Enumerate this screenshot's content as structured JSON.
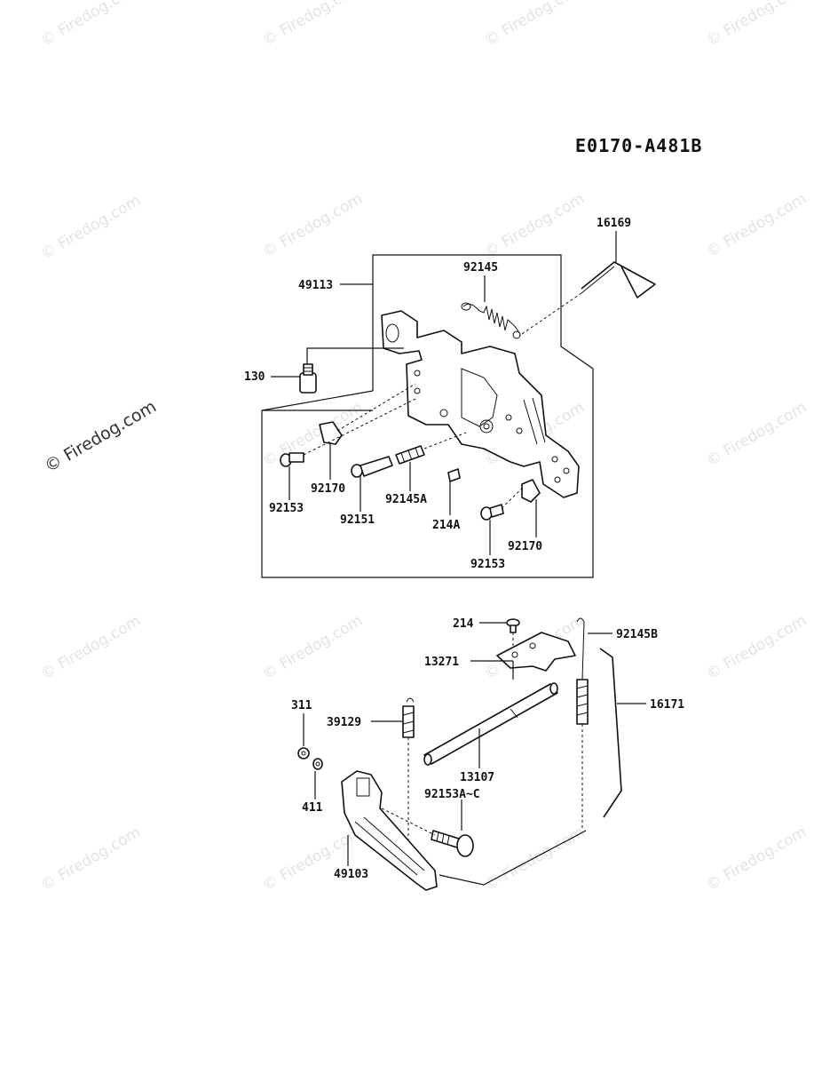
{
  "diagram_code": "E0170-A481B",
  "watermark": "© Firedog.com",
  "upper_assembly_labels": {
    "bracket_plate": "49113",
    "spring_top": "92145",
    "link_rod": "16169",
    "bolt": "130",
    "screw_left": "92153",
    "clip_left": "92170",
    "screw_long": "92151",
    "spring_a": "92145A",
    "pin": "214A",
    "clip_right": "92170",
    "screw_right": "92153"
  },
  "lower_assembly_labels": {
    "pin_top": "214",
    "spring_b": "92145B",
    "plate": "13271",
    "rod": "16171",
    "nut": "311",
    "spring_left": "39129",
    "shaft": "13107",
    "washer": "411",
    "bolt_set": "92153A~C",
    "lever": "49103"
  }
}
